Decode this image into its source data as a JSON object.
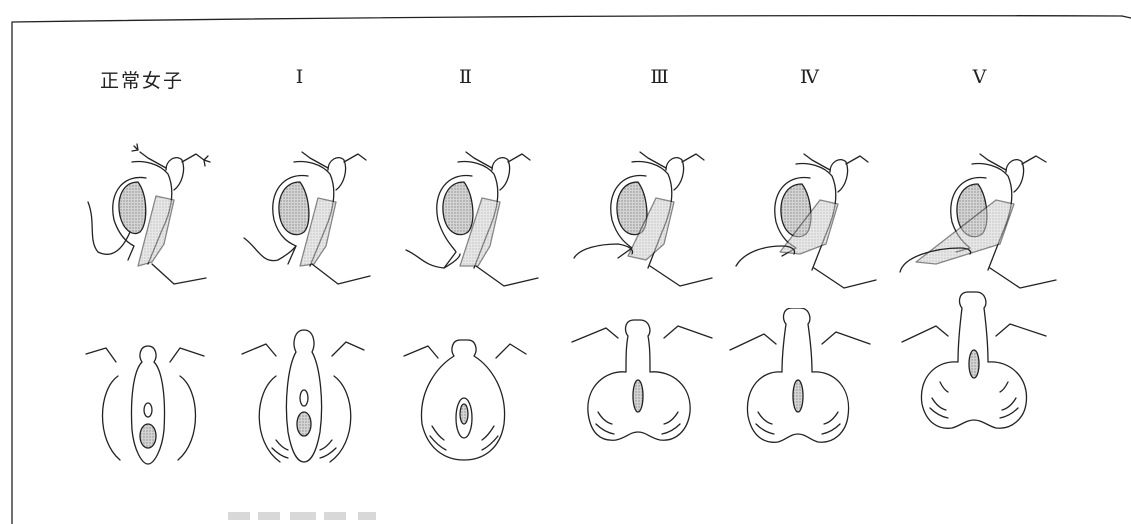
{
  "stages": [
    {
      "id": "normal",
      "label": "正常女子"
    },
    {
      "id": "I",
      "label": "Ⅰ"
    },
    {
      "id": "II",
      "label": "Ⅱ"
    },
    {
      "id": "III",
      "label": "Ⅲ"
    },
    {
      "id": "IV",
      "label": "Ⅳ"
    },
    {
      "id": "V",
      "label": "Ⅴ"
    }
  ],
  "colors": {
    "ink": "#222222",
    "stipple": "#c9c9c9",
    "paper": "#ffffff"
  },
  "icons": [
    "sagittal-pelvis-diagram",
    "external-genitalia-diagram"
  ]
}
